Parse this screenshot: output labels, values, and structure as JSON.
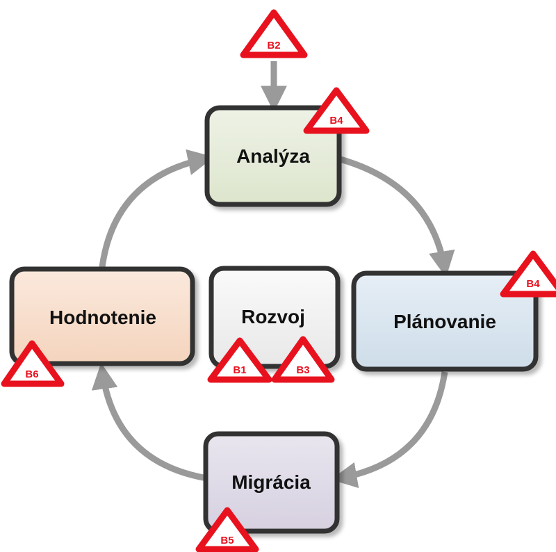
{
  "colors": {
    "arrow": "#9a9a9a",
    "box_border": "#333333",
    "badge_red": "#e8121e",
    "analyza_fill": "#e4ead6",
    "planovanie_fill": "#d6e3ef",
    "migracia_fill": "#ddd8e6",
    "hodnotenie_fill": "#f7ddca",
    "rozvoj_fill": "#f2f2f2"
  },
  "nodes": {
    "analyza": {
      "label": "Analýza"
    },
    "planovanie": {
      "label": "Plánovanie"
    },
    "migracia": {
      "label": "Migrácia"
    },
    "hodnotenie": {
      "label": "Hodnotenie"
    },
    "rozvoj": {
      "label": "Rozvoj"
    }
  },
  "badges": {
    "b2_top": {
      "label": "B2"
    },
    "b4_analyza": {
      "label": "B4"
    },
    "b4_planovanie": {
      "label": "B4"
    },
    "b1_rozvoj": {
      "label": "B1"
    },
    "b3_rozvoj": {
      "label": "B3"
    },
    "b6_hodnotenie": {
      "label": "B6"
    },
    "b5_migracia": {
      "label": "B5"
    }
  }
}
